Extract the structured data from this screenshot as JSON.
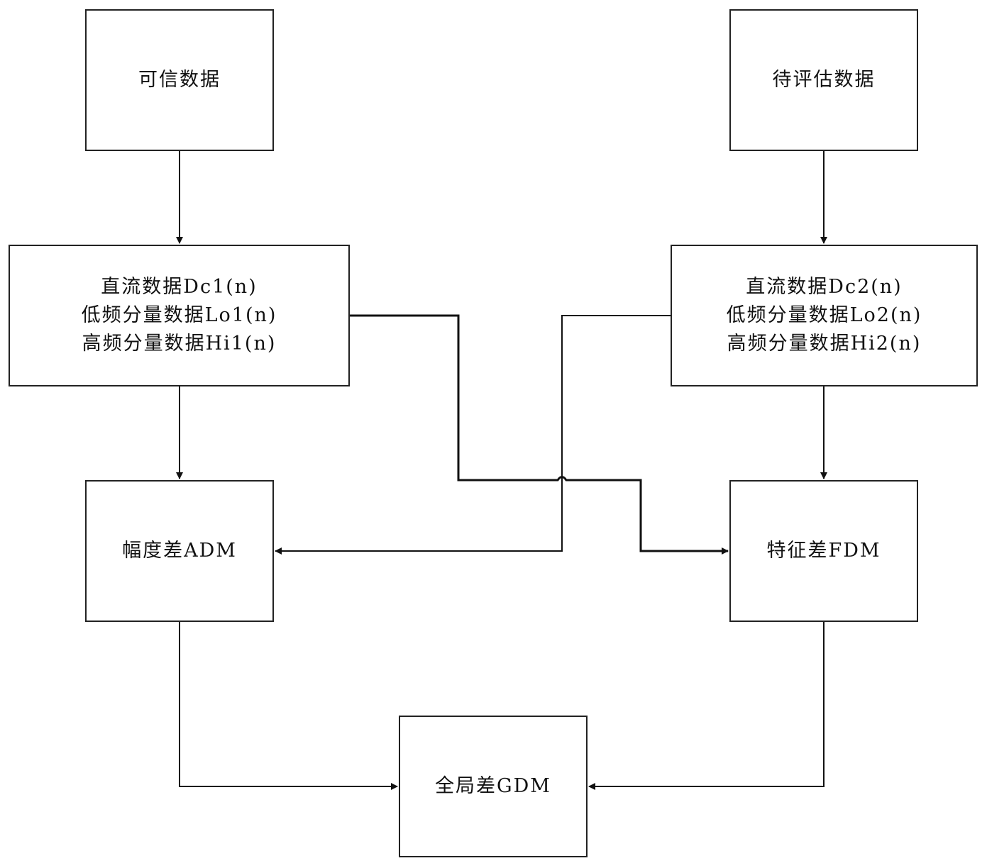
{
  "diagram": {
    "nodes": {
      "trusted": {
        "lines": [
          "可信数据"
        ]
      },
      "eval": {
        "lines": [
          "待评估数据"
        ]
      },
      "decomp1": {
        "lines": [
          "直流数据Dc1(n)",
          "低频分量数据Lo1(n)",
          "高频分量数据Hi1(n)"
        ]
      },
      "decomp2": {
        "lines": [
          "直流数据Dc2(n)",
          "低频分量数据Lo2(n)",
          "高频分量数据Hi2(n)"
        ]
      },
      "adm": {
        "lines": [
          "幅度差ADM"
        ]
      },
      "fdm": {
        "lines": [
          "特征差FDM"
        ]
      },
      "gdm": {
        "lines": [
          "全局差GDM"
        ]
      }
    },
    "edges": [
      {
        "from": "trusted",
        "to": "decomp1"
      },
      {
        "from": "eval",
        "to": "decomp2"
      },
      {
        "from": "decomp1",
        "to": "adm"
      },
      {
        "from": "decomp2",
        "to": "fdm"
      },
      {
        "from": "decomp1",
        "to": "fdm"
      },
      {
        "from": "decomp2",
        "to": "adm"
      },
      {
        "from": "adm",
        "to": "gdm"
      },
      {
        "from": "fdm",
        "to": "gdm"
      }
    ]
  }
}
